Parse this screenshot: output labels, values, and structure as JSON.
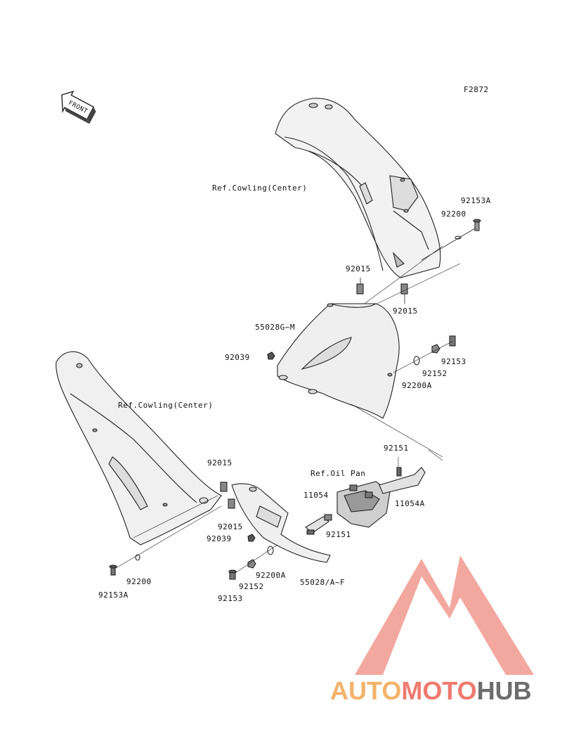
{
  "figure_code": "F2872",
  "front_arrow_label": "FRONT",
  "references": {
    "cowling_center_upper": "Ref.Cowling(Center)",
    "cowling_center_left": "Ref.Cowling(Center)",
    "oil_pan": "Ref.Oil Pan"
  },
  "part_labels": {
    "p92153A_right": "92153A",
    "p92200_right": "92200",
    "p92015_upper_left": "92015",
    "p92015_upper_right": "92015",
    "p55028G_M": "55028G~M",
    "p92039_upper": "92039",
    "p92153_right": "92153",
    "p92152_right": "92152",
    "p92200A_right": "92200A",
    "p92151_upper": "92151",
    "p92015_lower_a": "92015",
    "p11054": "11054",
    "p11054A": "11054A",
    "p92015_lower_b": "92015",
    "p92039_lower": "92039",
    "p92151_lower": "92151",
    "p92200_lower": "92200",
    "p92153A_lower": "92153A",
    "p92200A_lower": "92200A",
    "p92152_lower": "92152",
    "p92153_lower": "92153",
    "p55028A_F": "55028/A~F"
  },
  "watermark": {
    "part1": "AUTO",
    "part2": "MOTO",
    "part3": "HUB",
    "color1": "#f3b36a",
    "color2": "#ef7b6f",
    "color3": "#6d6d6d"
  }
}
